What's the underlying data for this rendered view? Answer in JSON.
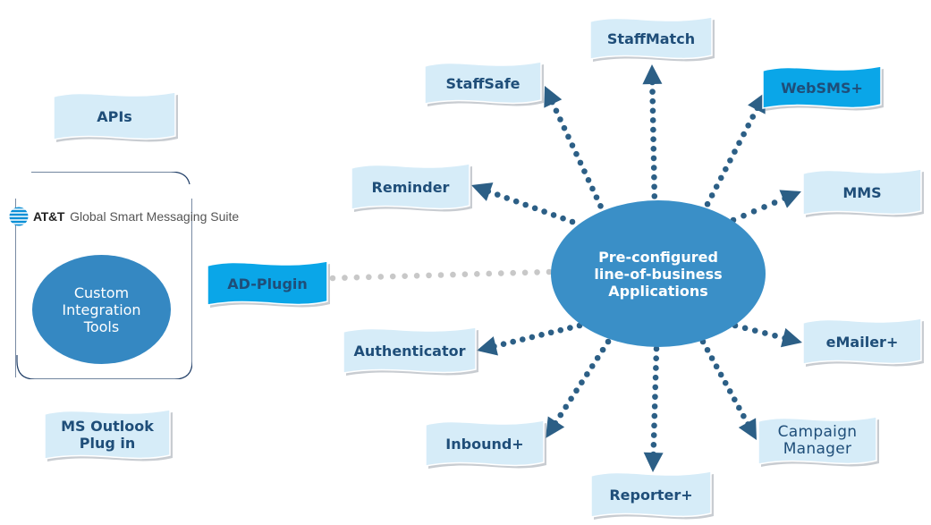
{
  "hub": {
    "label": "Pre-configured\nline-of-business\nApplications"
  },
  "suite": {
    "brand": "AT&T",
    "title": "Global Smart Messaging Suite",
    "tool": "Custom\nIntegration\nTools"
  },
  "left_items": {
    "apis": "APIs",
    "outlook": "MS Outlook\nPlug in"
  },
  "apps": [
    {
      "id": "staffmatch",
      "label": "StaffMatch",
      "highlight": false
    },
    {
      "id": "staffsafe",
      "label": "StaffSafe",
      "highlight": false
    },
    {
      "id": "websms",
      "label": "WebSMS+",
      "highlight": true
    },
    {
      "id": "reminder",
      "label": "Reminder",
      "highlight": false
    },
    {
      "id": "mms",
      "label": "MMS",
      "highlight": false
    },
    {
      "id": "adplugin",
      "label": "AD-Plugin",
      "highlight": true
    },
    {
      "id": "authenticator",
      "label": "Authenticator",
      "highlight": false
    },
    {
      "id": "emailer",
      "label": "eMailer+",
      "highlight": false
    },
    {
      "id": "inbound",
      "label": "Inbound+",
      "highlight": false
    },
    {
      "id": "campaign",
      "label": "Campaign\nManager",
      "highlight": false
    },
    {
      "id": "reporter",
      "label": "Reporter+",
      "highlight": false
    }
  ],
  "colors": {
    "hub": "#3a8fc7",
    "circle": "#3588c2",
    "connector": "#2c5f86",
    "flag_fill": "#d6ecf8",
    "flag_highlight": "#0aa6e8",
    "text": "#1f4e79",
    "ad_line": "#c8c8c8"
  }
}
